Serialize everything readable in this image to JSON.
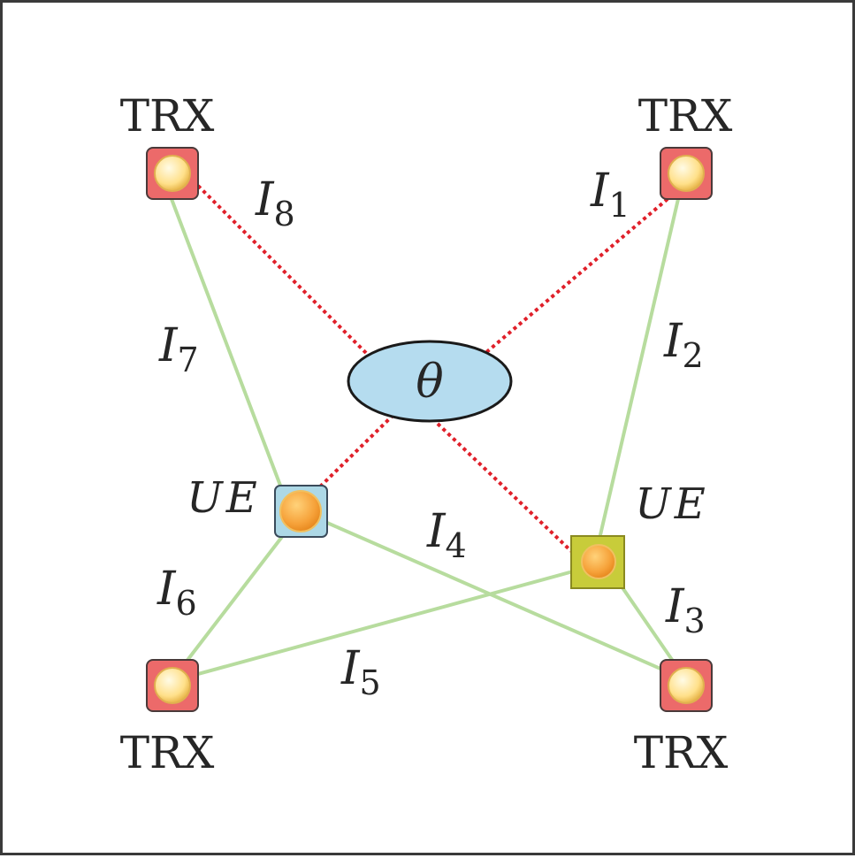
{
  "colors": {
    "trx_box": "#ec6a6a",
    "trx_node": "#ffe08a",
    "ue_left_box": "#add8e6",
    "ue_right_box": "#c8cc3a",
    "ue_node": "#f6a23a",
    "solid_link": "#b7dc9e",
    "dotted_link": "#e0202a",
    "target": "#b5dcef"
  },
  "nodes": {
    "trx_label": "TRX",
    "ue_label": "UE",
    "target_label": "θ"
  },
  "links": [
    {
      "name": "I",
      "sub": "1"
    },
    {
      "name": "I",
      "sub": "2"
    },
    {
      "name": "I",
      "sub": "3"
    },
    {
      "name": "I",
      "sub": "4"
    },
    {
      "name": "I",
      "sub": "5"
    },
    {
      "name": "I",
      "sub": "6"
    },
    {
      "name": "I",
      "sub": "7"
    },
    {
      "name": "I",
      "sub": "8"
    }
  ]
}
